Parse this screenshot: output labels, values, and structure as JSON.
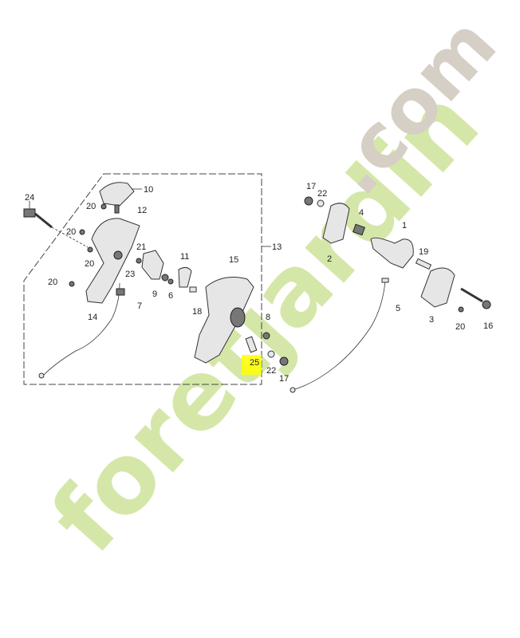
{
  "diagram": {
    "callouts": [
      "10",
      "24",
      "20",
      "12",
      "20",
      "20",
      "21",
      "11",
      "15",
      "13",
      "20",
      "23",
      "9",
      "6",
      "18",
      "14",
      "7",
      "8",
      "25",
      "22",
      "17",
      "17",
      "22",
      "4",
      "1",
      "2",
      "19",
      "5",
      "3",
      "20",
      "16"
    ],
    "highlighted_callout": "25",
    "highlight_color": "#ffff00"
  },
  "watermark": {
    "text_main": "foretjardin",
    "text_suffix": ".com",
    "colors": {
      "main": "#c8e08c",
      "suffix": "#c9bfb2"
    }
  }
}
